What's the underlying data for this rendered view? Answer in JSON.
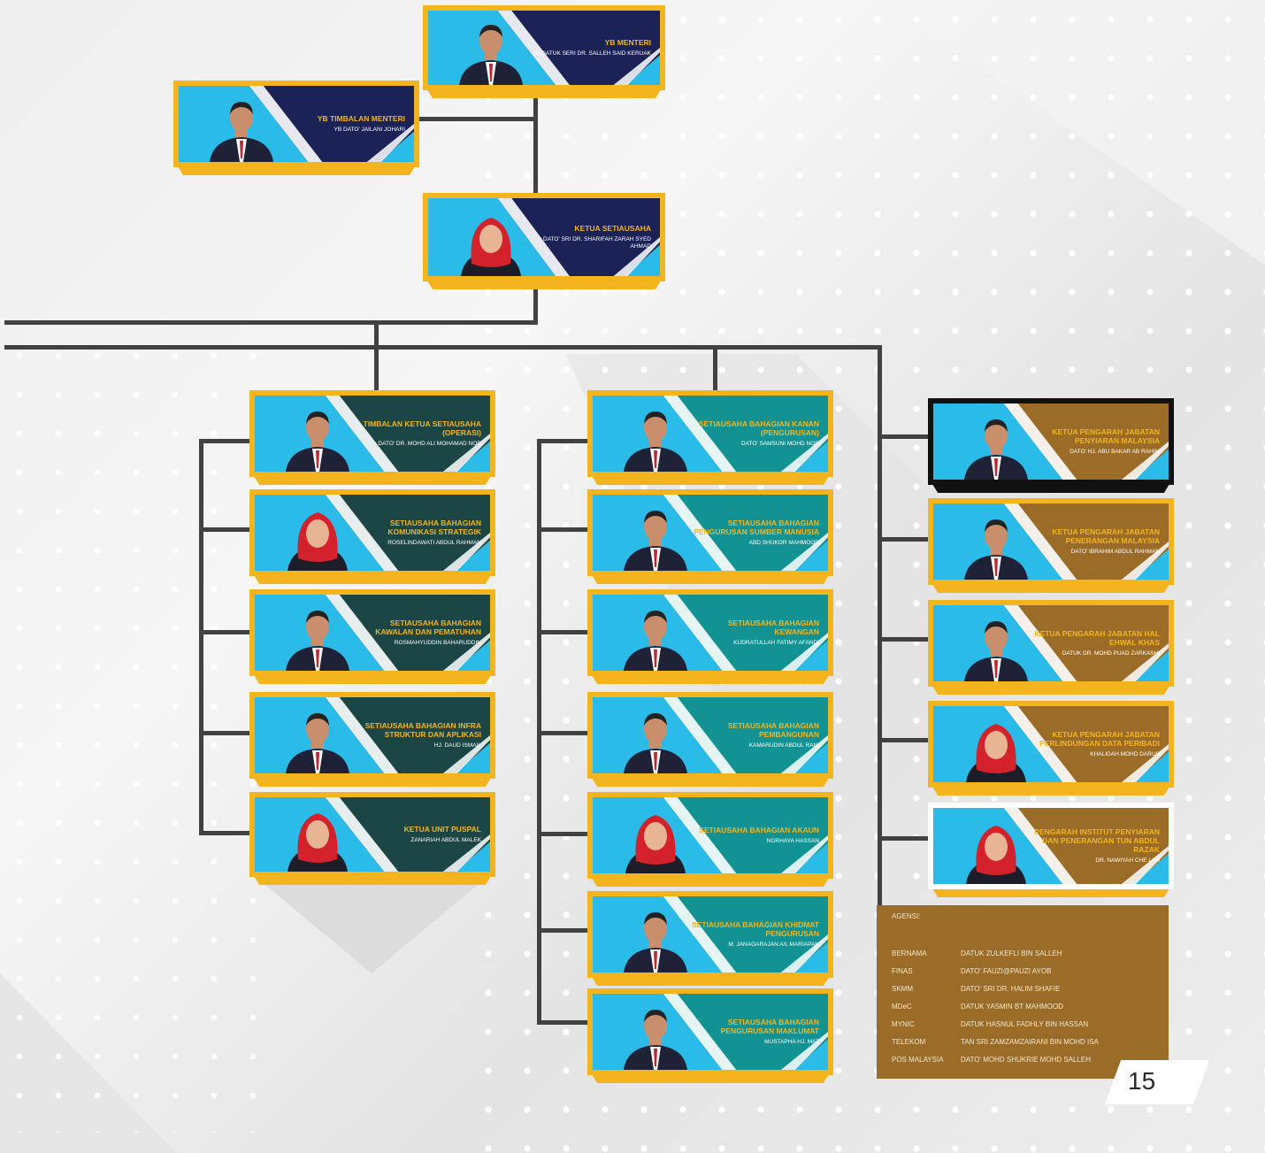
{
  "page_number": "15",
  "colors": {
    "gold": "#f3b41d",
    "navy": "#1b2356",
    "teal_dark": "#1c4646",
    "teal": "#129292",
    "brown": "#9a6c28",
    "sky": "#2bbbe9"
  },
  "top": {
    "minister": {
      "role": "YB MENTERI",
      "name": "YB DATUK SERI DR. SALLEH SAID KERUAK"
    },
    "deputy": {
      "role": "YB TIMBALAN MENTERI",
      "name": "YB DATO' JAILANI JOHARI"
    },
    "ksu": {
      "role": "KETUA SETIAUSAHA",
      "name": "DATO' SRI DR. SHARIFAH ZARAH SYED AHMAD"
    }
  },
  "col1": [
    {
      "role": "TIMBALAN KETUA SETIAUSAHA (OPERASI)",
      "name": "DATO' DR. MOHD ALI MOHAMAD NOR"
    },
    {
      "role": "SETIAUSAHA BAHAGIAN KOMUNIKASI STRATEGIK",
      "name": "ROSELINDAWATI ABDUL RAHMAN"
    },
    {
      "role": "SETIAUSAHA BAHAGIAN KAWALAN DAN PEMATUHAN",
      "name": "ROSMAHYUDDIN BAHARUDDIN"
    },
    {
      "role": "SETIAUSAHA BAHAGIAN INFRA STRUKTUR DAN APLIKASI",
      "name": "HJ. DAUD ISMAIL"
    },
    {
      "role": "KETUA UNIT PUSPAL",
      "name": "ZANARIAH ABDUL MALEK"
    }
  ],
  "col2": [
    {
      "role": "SETIAUSAHA BAHAGIAN KANAN (PENGURUSAN)",
      "name": "DATO' SAMSUNI MOHD NOR"
    },
    {
      "role": "SETIAUSAHA BAHAGIAN PENGURUSAN SUMBER MANUSIA",
      "name": "ABD SHUKOR MAHMOOD"
    },
    {
      "role": "SETIAUSAHA BAHAGIAN KEWANGAN",
      "name": "KUDRATULLAH FATIMY AFANDI"
    },
    {
      "role": "SETIAUSAHA BAHAGIAN PEMBANGUNAN",
      "name": "KAMARUDIN ABDUL RANI"
    },
    {
      "role": "SETIAUSAHA BAHAGIAN AKAUN",
      "name": "NORHAYA HASSAN"
    },
    {
      "role": "SETIAUSAHA BAHAGIAN KHIDMAT PENGURUSAN",
      "name": "M. JANAGARAJAN A/L MARIAPAN"
    },
    {
      "role": "SETIAUSAHA BAHAGIAN PENGURUSAN MAKLUMAT",
      "name": "MUSTAPHA HJ. MAT"
    }
  ],
  "col3": [
    {
      "role": "KETUA PENGARAH JABATAN PENYIARAN MALAYSIA",
      "name": "DATO' HJ. ABU BAKAR AB RAHIM"
    },
    {
      "role": "KETUA PENGARAH JABATAN PENERANGAN MALAYSIA",
      "name": "DATO' IBRAHIM ABDUL RAHMAN"
    },
    {
      "role": "KETUA PENGARAH JABATAN HAL EHWAL KHAS",
      "name": "DATUK DR. MOHD PUAD ZARKASHI"
    },
    {
      "role": "KETUA PENGARAH JABATAN PERLINDUNGAN DATA PERIBADI",
      "name": "KHALIDAH MOHD DARUS"
    },
    {
      "role": "PENGARAH INSTITUT PENYIARAN DAN PENERANGAN TUN ABDUL RAZAK",
      "name": "DR. NAWIYAH CHE LAH"
    }
  ],
  "agencies": {
    "heading": "AGENSI:",
    "rows": [
      {
        "agency": "BERNAMA",
        "head": "DATUK ZULKEFLI BIN SALLEH"
      },
      {
        "agency": "FINAS",
        "head": "DATO' FAUZI@PAUZI AYOB"
      },
      {
        "agency": "SKMM",
        "head": "DATO' SRI DR. HALIM SHAFIE"
      },
      {
        "agency": "MDeC",
        "head": "DATUK YASMIN BT MAHMOOD"
      },
      {
        "agency": "MYNIC",
        "head": "DATUK HASNUL FADHLY BIN HASSAN"
      },
      {
        "agency": "TELEKOM",
        "head": "TAN SRI ZAMZAMZAIRANI BIN MOHD ISA"
      },
      {
        "agency": "POS MALAYSIA",
        "head": "DATO' MOHD SHUKRIE MOHD SALLEH"
      }
    ]
  }
}
